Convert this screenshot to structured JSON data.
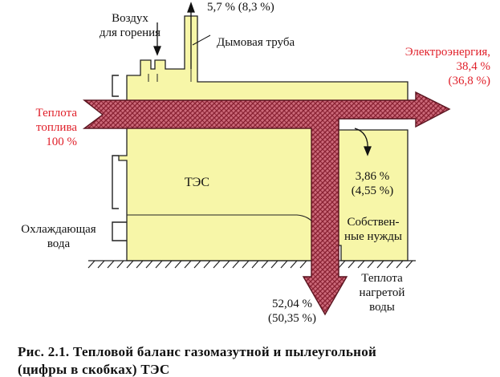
{
  "colors": {
    "plant_fill": "#f7f6a8",
    "flow_fill": "#cc6a7a",
    "flow_hatch": "#8a2233",
    "accent_red": "#e0202a",
    "outline": "#222222"
  },
  "labels": {
    "air": "Воздух",
    "air2": "для горения",
    "chimney_pct": "5,7 % (8,3 %)",
    "chimney": "Дымовая труба",
    "elec": "Электроэнергия,",
    "elec_pct": "38,4 %",
    "elec_pct2": "(36,8 %)",
    "fuel": "Теплота",
    "fuel2": "топлива",
    "fuel_pct": "100 %",
    "tes": "ТЭС",
    "own_pct": "3,86 %",
    "own_pct2": "(4,55 %)",
    "own": "Собствен-",
    "own2": "ные нужды",
    "cooling": "Охлаждающая",
    "cooling2": "вода",
    "water_pct": "52,04 %",
    "water_pct2": "(50,35 %)",
    "water": "Теплота",
    "water2": "нагретой",
    "water3": "воды"
  },
  "caption": {
    "line1": "Рис. 2.1. Тепловой баланс газомазутной и пылеугольной",
    "line2": "(цифры в скобках) ТЭС"
  }
}
